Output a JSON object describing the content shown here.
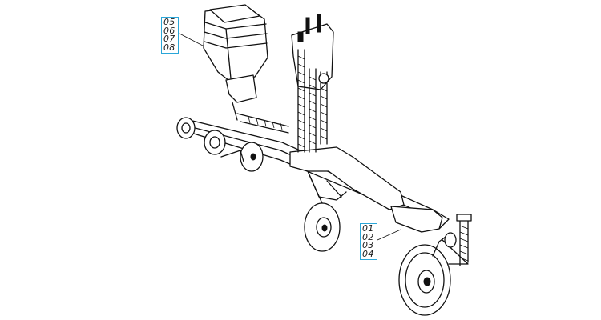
{
  "callouts": [
    {
      "id": "top",
      "labels": [
        "05",
        "06",
        "07",
        "08"
      ]
    },
    {
      "id": "bottom",
      "labels": [
        "01",
        "02",
        "03",
        "04"
      ]
    }
  ],
  "colors": {
    "callout_border": "#2aa6d8",
    "line": "#111111",
    "background": "#ffffff"
  }
}
